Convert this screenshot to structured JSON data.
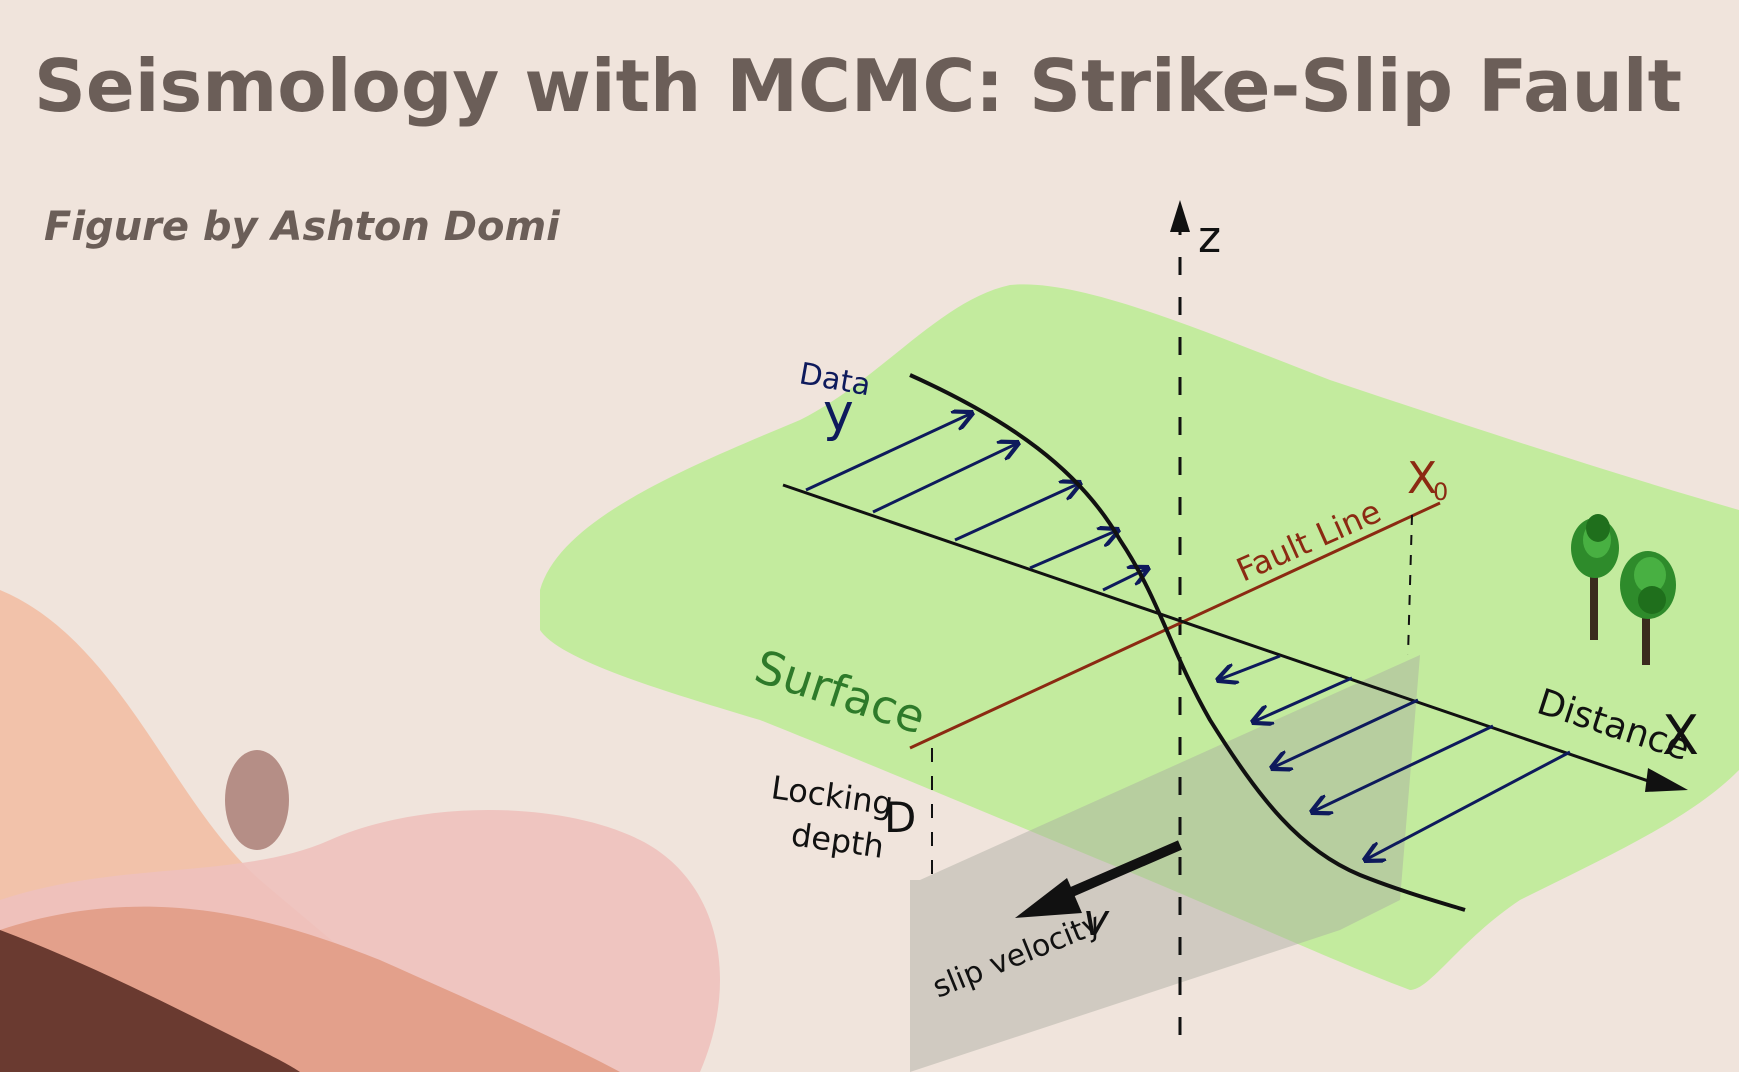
{
  "header": {
    "title": "Seismology with MCMC:  Strike-Slip Fault",
    "subtitle": "Figure by Ashton Domi"
  },
  "diagram": {
    "labels": {
      "z_axis": "z",
      "data": "Data",
      "y_axis": "y",
      "x0": "X",
      "x0_subscript": "0",
      "fault_line": "Fault Line",
      "surface": "Surface",
      "distance": "Distance",
      "x_axis": "X",
      "locking_depth_line1": "Locking",
      "locking_depth_line2": "depth",
      "locking_depth_symbol": "D",
      "slip_velocity": "slip velocity",
      "slip_velocity_symbol": "v"
    },
    "colors": {
      "background": "#f0e4dc",
      "surface_green": "#c3eb9e",
      "fault_red": "#8b2a12",
      "data_arrows": "#0e1a5c",
      "fault_plane_gray": "#b7b8b0",
      "title_text": "#6b5e58"
    }
  }
}
